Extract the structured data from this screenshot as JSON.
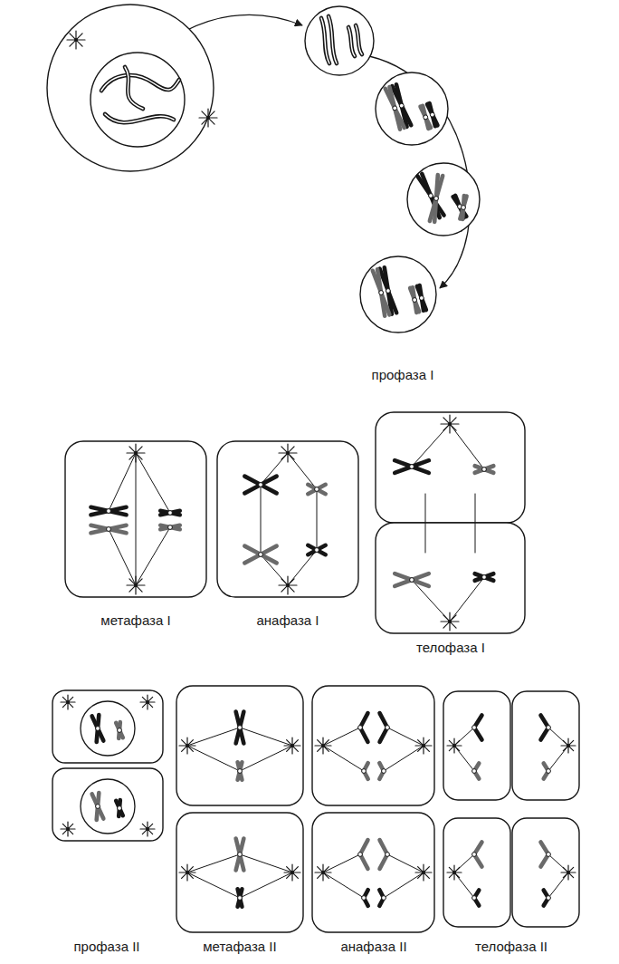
{
  "diagram": {
    "labels": [
      "профаза I",
      "метафаза I",
      "анафаза I",
      "телофаза I",
      "профаза II",
      "метафаза II",
      "анафаза II",
      "телофаза II"
    ]
  }
}
